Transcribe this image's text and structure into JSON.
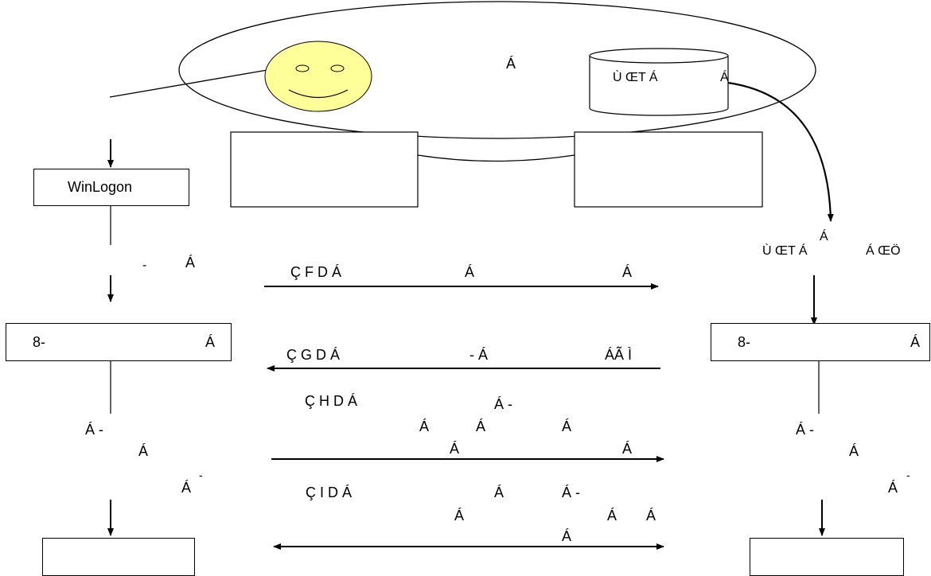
{
  "boxes": {
    "winlogon": "WinLogon",
    "left_box2": "8-",
    "left_box2_suffix": "Á",
    "right_box2": "8-",
    "right_box2_suffix": "Á"
  },
  "ellipse": {
    "center_label": "Á",
    "db_label": "Ù ŒT Á",
    "db_side_mark": "Á"
  },
  "left_column": {
    "label1_a": "-",
    "label1_b": "Á",
    "label2_a": "Á -",
    "label2_b": "Á",
    "label2_c": "-",
    "label2_d": "Á"
  },
  "right_column": {
    "top_a": "Á",
    "top_b": "Ù ŒT Á",
    "top_c": "Á ŒÖ",
    "label2_a": "Á -",
    "label2_b": "Á",
    "label2_c": "-",
    "label2_d": "Á"
  },
  "messages": {
    "m1": {
      "prefix": "Ç F D Á",
      "t1": "Á",
      "t2": "Á"
    },
    "m2": {
      "prefix": "Ç G D Á",
      "t1": "- Á",
      "t2": "ÁÃ Ì"
    },
    "m3": {
      "prefix": "Ç H D Á",
      "t1": "Á -",
      "t2": "Á",
      "t3": "Á",
      "t4": "Á",
      "t5": "Á",
      "t6": "Á"
    },
    "m4": {
      "prefix": "Ç I D Á",
      "t1": "Á",
      "t2": "Á -",
      "t3": "Á",
      "t4": "Á",
      "t5": "Á",
      "t6": "Á"
    }
  }
}
